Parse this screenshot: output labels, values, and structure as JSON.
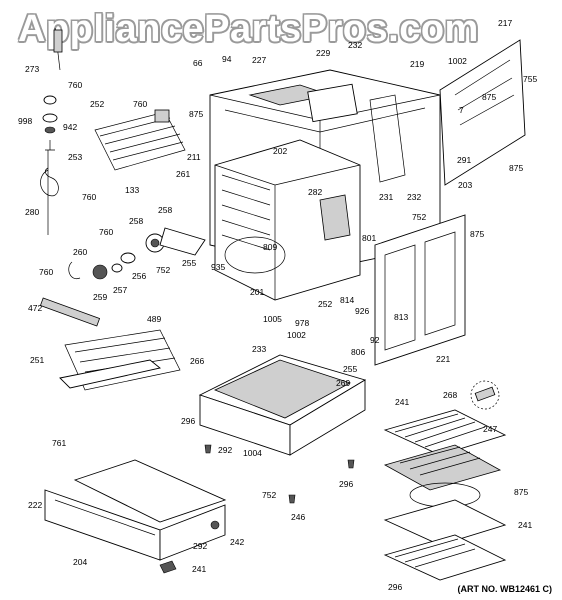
{
  "watermark": "AppliancePartsPros.com",
  "art_number": "(ART NO. WB12461 C)",
  "labels": [
    "273",
    "760",
    "942",
    "998",
    "252",
    "760",
    "253",
    "280",
    "760",
    "133",
    "261",
    "211",
    "875",
    "66",
    "94",
    "227",
    "229",
    "232",
    "219",
    "1002",
    "217",
    "755",
    "7",
    "875",
    "291",
    "875",
    "203",
    "202",
    "282",
    "231",
    "232",
    "752",
    "875",
    "801",
    "809",
    "935",
    "201",
    "258",
    "258",
    "760",
    "256",
    "257",
    "255",
    "752",
    "260",
    "259",
    "760",
    "472",
    "489",
    "251",
    "1005",
    "252",
    "978",
    "814",
    "926",
    "813",
    "92",
    "1002",
    "255",
    "806",
    "221",
    "266",
    "233",
    "269",
    "268",
    "241",
    "247",
    "296",
    "292",
    "1004",
    "761",
    "752",
    "296",
    "246",
    "875",
    "222",
    "204",
    "292",
    "242",
    "241",
    "241",
    "296"
  ]
}
